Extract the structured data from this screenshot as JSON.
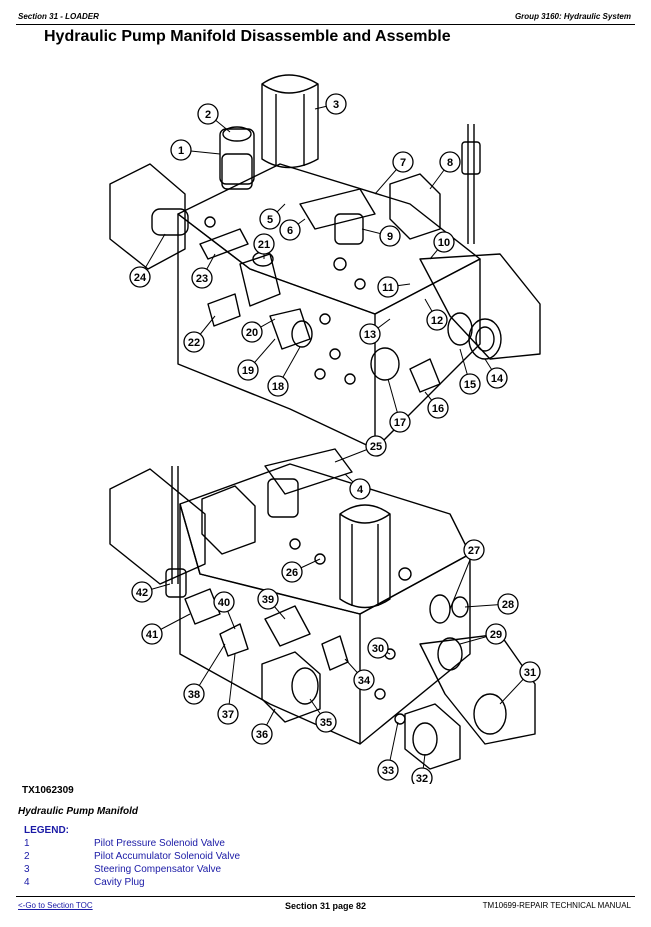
{
  "header": {
    "left": "Section 31 - LOADER",
    "right": "Group 3160: Hydraulic System"
  },
  "title": "Hydraulic Pump Manifold Disassemble and Assemble",
  "figure": {
    "id": "TX1062309",
    "callouts": [
      "1",
      "2",
      "3",
      "4",
      "5",
      "6",
      "7",
      "8",
      "9",
      "10",
      "11",
      "12",
      "13",
      "14",
      "15",
      "16",
      "17",
      "18",
      "19",
      "20",
      "21",
      "22",
      "23",
      "24",
      "25",
      "26",
      "27",
      "28",
      "29",
      "30",
      "31",
      "32",
      "33",
      "34",
      "35",
      "36",
      "37",
      "38",
      "39",
      "40",
      "41",
      "42"
    ]
  },
  "caption": "Hydraulic Pump Manifold",
  "legend": {
    "heading": "LEGEND:",
    "items": [
      {
        "num": "1",
        "label": "Pilot Pressure Solenoid Valve"
      },
      {
        "num": "2",
        "label": "Pilot Accumulator Solenoid Valve"
      },
      {
        "num": "3",
        "label": "Steering Compensator Valve"
      },
      {
        "num": "4",
        "label": "Cavity Plug"
      }
    ]
  },
  "footer": {
    "toc_link": "<-Go to Section TOC",
    "page": "Section 31 page 82",
    "manual": "TM10699-REPAIR TECHNICAL MANUAL"
  }
}
